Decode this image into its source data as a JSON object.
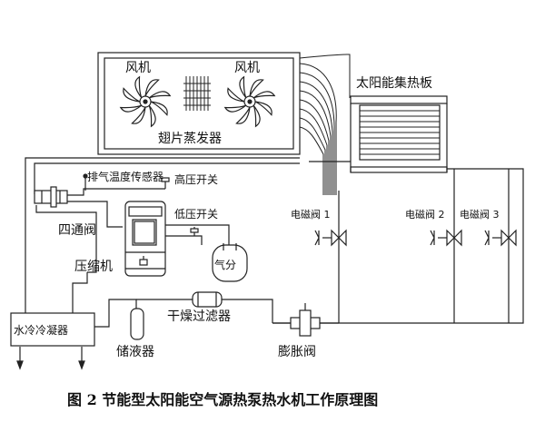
{
  "labels": {
    "fan1": "风机",
    "fan2": "风机",
    "evaporator": "翅片蒸发器",
    "solar_collector": "太阳能集热板",
    "exhaust_sensor": "排气温度传感器",
    "high_pressure_switch": "高压开关",
    "low_pressure_switch": "低压开关",
    "four_way_valve": "四通阀",
    "compressor": "压缩机",
    "separator": "气分",
    "solenoid1": "电磁阀 1",
    "solenoid2": "电磁阀 2",
    "solenoid3": "电磁阀 3",
    "condenser": "水冷冷凝器",
    "dryer_filter": "干燥过滤器",
    "receiver": "储液器",
    "expansion_valve": "膨胀阀"
  },
  "caption": "图 2   节能型太阳能空气源热泵热水机工作原理图",
  "colors": {
    "line": "#222222",
    "fill": "#ffffff",
    "shade": "#d8d8d8"
  },
  "icons": [
    "fan-icon",
    "valve-icon",
    "arrow-down-icon"
  ]
}
